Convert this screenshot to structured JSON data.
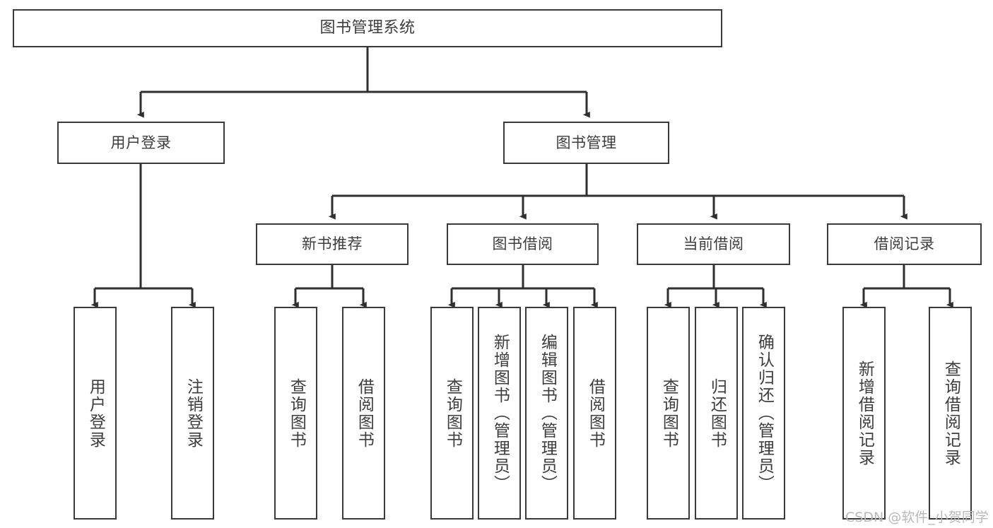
{
  "diagram": {
    "title": "图书管理系统",
    "type": "tree-hierarchy-diagram",
    "theme": {
      "background": "#ffffff",
      "box_border": "#3a3a3a",
      "box_fill": "#ffffff",
      "text": "#3d3d3d",
      "connector": "#2f2f2f",
      "watermark_color": "#b9b9b9"
    },
    "levels": 4
  },
  "nodes": {
    "root": {
      "id": "root",
      "label": "图书管理系统",
      "level": 1,
      "orientation": "horizontal"
    },
    "level2": [
      {
        "id": "user-login",
        "label": "用户登录",
        "level": 2,
        "orientation": "horizontal"
      },
      {
        "id": "book-manage",
        "label": "图书管理",
        "level": 2,
        "orientation": "horizontal"
      }
    ],
    "level3": [
      {
        "id": "new-book-recommend",
        "label": "新书推荐",
        "level": 3,
        "orientation": "horizontal",
        "parent": "book-manage"
      },
      {
        "id": "book-borrow",
        "label": "图书借阅",
        "level": 3,
        "orientation": "horizontal",
        "parent": "book-manage"
      },
      {
        "id": "current-borrow",
        "label": "当前借阅",
        "level": 3,
        "orientation": "horizontal",
        "parent": "book-manage"
      },
      {
        "id": "borrow-record",
        "label": "借阅记录",
        "level": 3,
        "orientation": "horizontal",
        "parent": "book-manage"
      }
    ],
    "leaves": [
      {
        "id": "leaf-user-login",
        "label": "用户登录",
        "parent": "user-login",
        "orientation": "vertical"
      },
      {
        "id": "leaf-user-logout",
        "label": "注销登录",
        "parent": "user-login",
        "orientation": "vertical"
      },
      {
        "id": "leaf-query-book-1",
        "label": "查询图书",
        "parent": "new-book-recommend",
        "orientation": "vertical"
      },
      {
        "id": "leaf-borrow-book-1",
        "label": "借阅图书",
        "parent": "new-book-recommend",
        "orientation": "vertical"
      },
      {
        "id": "leaf-query-book-2",
        "label": "查询图书",
        "parent": "book-borrow",
        "orientation": "vertical"
      },
      {
        "id": "leaf-add-book",
        "label": "新增图书（管理员）",
        "parent": "book-borrow",
        "orientation": "vertical"
      },
      {
        "id": "leaf-edit-book",
        "label": "编辑图书（管理员）",
        "parent": "book-borrow",
        "orientation": "vertical"
      },
      {
        "id": "leaf-borrow-book-2",
        "label": "借阅图书",
        "parent": "book-borrow",
        "orientation": "vertical"
      },
      {
        "id": "leaf-query-book-3",
        "label": "查询图书",
        "parent": "current-borrow",
        "orientation": "vertical"
      },
      {
        "id": "leaf-return-book",
        "label": "归还图书",
        "parent": "current-borrow",
        "orientation": "vertical"
      },
      {
        "id": "leaf-confirm-return",
        "label": "确认归还（管理员）",
        "parent": "current-borrow",
        "orientation": "vertical"
      },
      {
        "id": "leaf-add-record",
        "label": "新增借阅记录",
        "parent": "borrow-record",
        "orientation": "vertical"
      },
      {
        "id": "leaf-query-record",
        "label": "查询借阅记录",
        "parent": "borrow-record",
        "orientation": "vertical"
      }
    ]
  },
  "watermark": {
    "text": "CSDN @软件_小贺同学"
  }
}
